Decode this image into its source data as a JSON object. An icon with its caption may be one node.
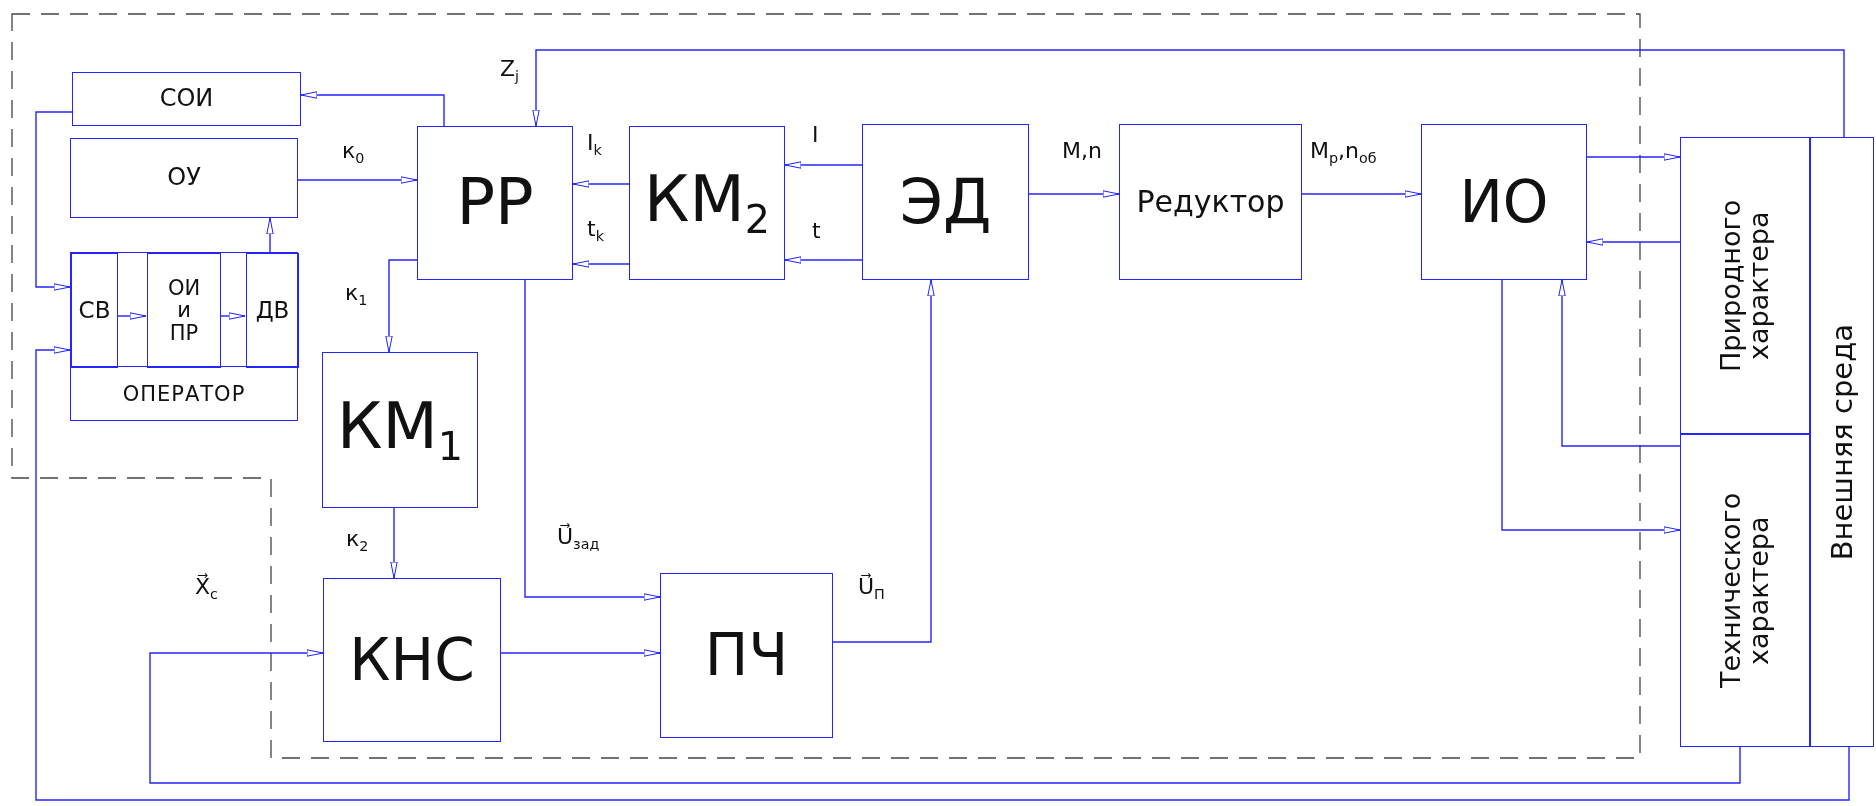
{
  "diagram": {
    "nodes": [
      {
        "text": [
          "СОИ"
        ]
      },
      {
        "text": [
          "ОУ"
        ]
      },
      {
        "text": [
          "ОПЕРАТОР"
        ]
      },
      {
        "text": [
          "СВ"
        ],
        "in": 2
      },
      {
        "text": [
          "ОИ и ПР"
        ],
        "in": 2
      },
      {
        "text": [
          "ДВ"
        ],
        "in": 2
      },
      {
        "text": [
          "РР"
        ]
      },
      {
        "text": [
          "КМ$_{2}$"
        ]
      },
      {
        "text": [
          "ЭД"
        ]
      },
      {
        "text": [
          "Редуктор"
        ]
      },
      {
        "text": [
          "ИО"
        ]
      },
      {
        "text": [
          "Природного характера"
        ]
      },
      {
        "text": [
          "Технического характера"
        ]
      },
      {
        "text": [
          "Внешняя среда"
        ]
      },
      {
        "text": [
          "КМ$_{1}$"
        ]
      },
      {
        "text": [
          "КНС"
        ]
      },
      {
        "text": [
          "ПЧ"
        ]
      }
    ],
    "edges": [
      {
        "from": 6,
        "to": 0,
        "arrow": "to"
      },
      {
        "from": 1,
        "to": 6,
        "arrow": "to",
        "label": "к$_{0}$"
      },
      {
        "from": 0,
        "to": 3,
        "arrow": "to"
      },
      {
        "from": 13,
        "to": 3,
        "arrow": "to"
      },
      {
        "from": 3,
        "to": 4,
        "arrow": "to"
      },
      {
        "from": 4,
        "to": 5,
        "arrow": "to"
      },
      {
        "from": 5,
        "to": 1,
        "arrow": "to"
      },
      {
        "from": 13,
        "to": 6,
        "arrow": "to",
        "label": "Z$_{j}$"
      },
      {
        "from": 7,
        "to": 6,
        "arrow": "to",
        "label": "I$_{k}$"
      },
      {
        "from": 7,
        "to": 6,
        "arrow": "to",
        "label": "t$_{k}$"
      },
      {
        "from": 8,
        "to": 7,
        "arrow": "to",
        "label": "I"
      },
      {
        "from": 8,
        "to": 7,
        "arrow": "to",
        "label": "t"
      },
      {
        "from": 8,
        "to": 9,
        "arrow": "to",
        "label": "M,n"
      },
      {
        "from": 9,
        "to": 10,
        "arrow": "to",
        "label": "M$_{р}$,n$_{об}$"
      },
      {
        "from": 10,
        "to": 11,
        "arrow": "to"
      },
      {
        "from": 11,
        "to": 10,
        "arrow": "to"
      },
      {
        "from": 10,
        "to": 12,
        "arrow": "to"
      },
      {
        "from": 12,
        "to": 10,
        "arrow": "to"
      },
      {
        "from": 6,
        "to": 14,
        "arrow": "to",
        "label": "к$_{1}$"
      },
      {
        "from": 14,
        "to": 15,
        "arrow": "to",
        "label": "к$_{2}$"
      },
      {
        "from": 6,
        "to": 16,
        "arrow": "to",
        "label": "U⃗$_{зад}$"
      },
      {
        "from": 12,
        "to": 15,
        "arrow": "to",
        "label": "X⃗$_{c}$"
      },
      {
        "from": 15,
        "to": 16,
        "arrow": "to"
      },
      {
        "from": 16,
        "to": 8,
        "arrow": "to",
        "label": "U⃗$_{П}$"
      }
    ]
  }
}
